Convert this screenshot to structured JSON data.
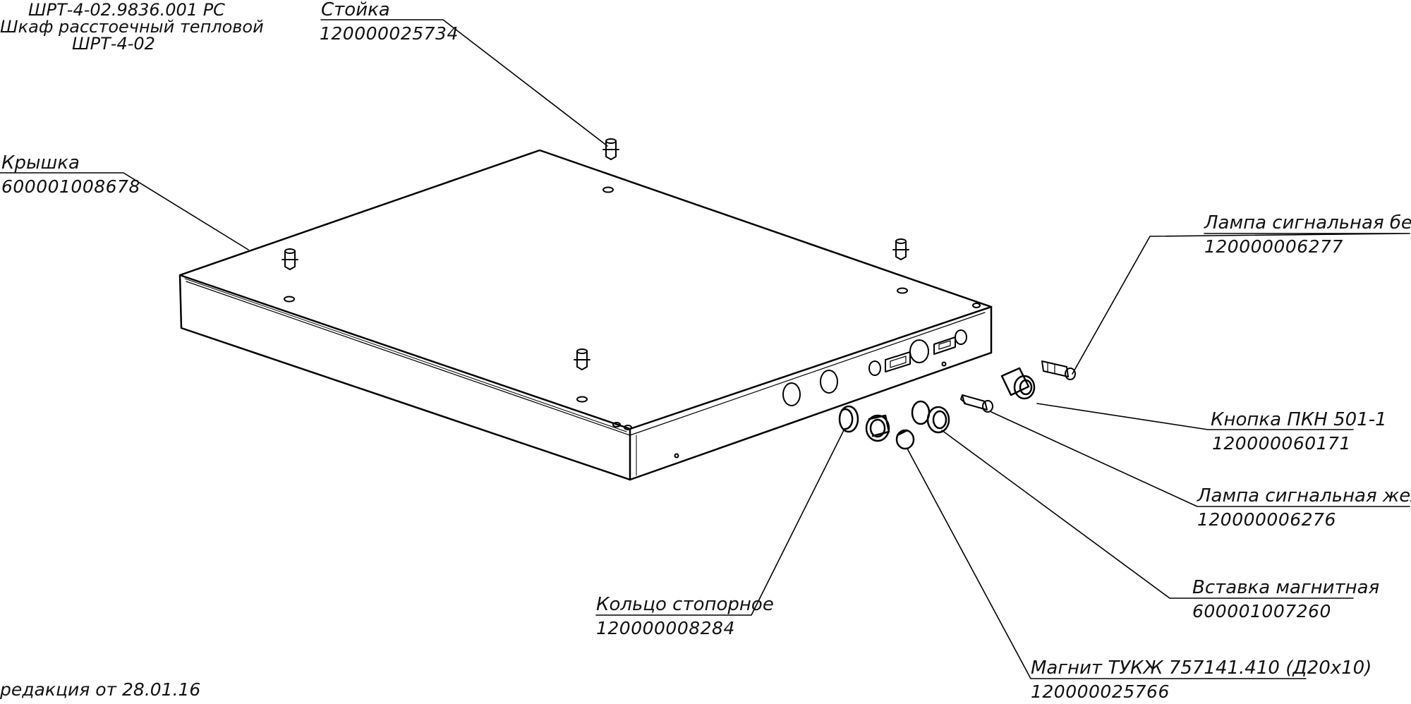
{
  "title_block": {
    "doc_code": "ШРТ-4-02.9836.001 РС",
    "name": "Шкаф расстоечный тепловой",
    "model": "ШРТ-4-02"
  },
  "revision": "редакция от 28.01.16",
  "callouts": [
    {
      "id": "stoyka",
      "name": "Стойка",
      "code": "120000025734"
    },
    {
      "id": "kryshka",
      "name": "Крышка",
      "code": "600001008678"
    },
    {
      "id": "lamp-white",
      "name": "Лампа сигнальная белая",
      "code": "120000006277"
    },
    {
      "id": "button-pkn",
      "name": "Кнопка ПКН 501-1",
      "code": "120000060171"
    },
    {
      "id": "lamp-yellow",
      "name": "Лампа сигнальная желтая",
      "code": "120000006276"
    },
    {
      "id": "magnet-insert",
      "name": "Вставка магнитная",
      "code": "600001007260"
    },
    {
      "id": "retaining-ring",
      "name": "Кольцо стопорное",
      "code": "120000008284"
    },
    {
      "id": "magnet",
      "name": "Магнит ТУКЖ 757141.410 (Д20х10)",
      "code": "120000025766"
    }
  ]
}
